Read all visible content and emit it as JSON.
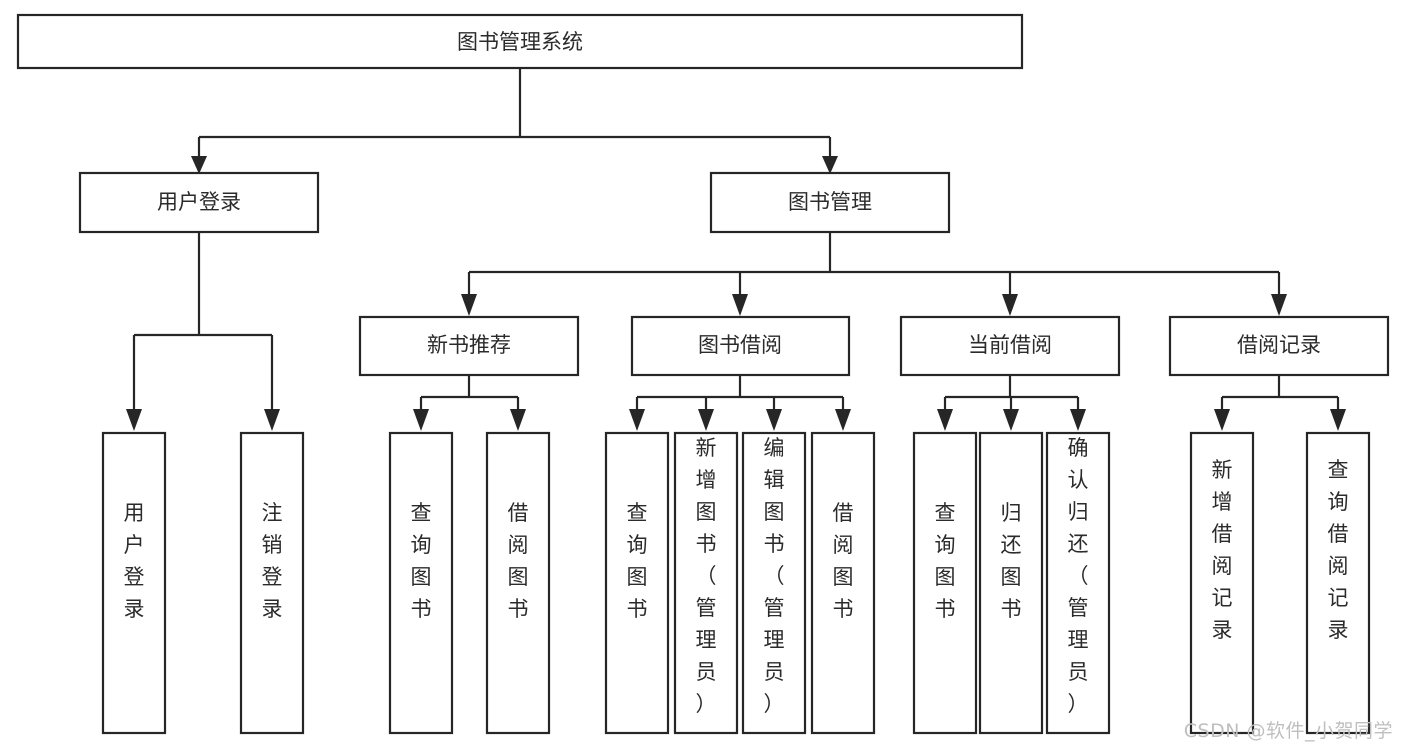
{
  "diagram": {
    "type": "tree-hierarchy-chart",
    "title": "图书管理系统",
    "watermark": "CSDN @软件_小贺同学",
    "colors": {
      "stroke": "#262626",
      "fill": "#ffffff",
      "text": "#2b2b2b",
      "watermark": "#bfbfbf"
    },
    "nodes": {
      "root": {
        "label": "图书管理系统",
        "orientation": "horizontal"
      },
      "level2": [
        {
          "id": "user-login",
          "label": "用户登录",
          "orientation": "horizontal"
        },
        {
          "id": "book-manage",
          "label": "图书管理",
          "orientation": "horizontal"
        }
      ],
      "level3": [
        {
          "id": "new-book-recommend",
          "label": "新书推荐",
          "orientation": "horizontal"
        },
        {
          "id": "book-borrow",
          "label": "图书借阅",
          "orientation": "horizontal"
        },
        {
          "id": "current-borrow",
          "label": "当前借阅",
          "orientation": "horizontal"
        },
        {
          "id": "borrow-record",
          "label": "借阅记录",
          "orientation": "horizontal"
        }
      ],
      "leaves": {
        "user-login": [
          {
            "id": "leaf-user-login",
            "label": "用户登录",
            "orientation": "vertical"
          },
          {
            "id": "leaf-user-logout",
            "label": "注销登录",
            "orientation": "vertical"
          }
        ],
        "new-book-recommend": [
          {
            "id": "leaf-query-book-1",
            "label": "查询图书",
            "orientation": "vertical"
          },
          {
            "id": "leaf-borrow-book-1",
            "label": "借阅图书",
            "orientation": "vertical"
          }
        ],
        "book-borrow": [
          {
            "id": "leaf-query-book-2",
            "label": "查询图书",
            "orientation": "vertical"
          },
          {
            "id": "leaf-add-book",
            "label": "新增图书（管理员）",
            "orientation": "vertical"
          },
          {
            "id": "leaf-edit-book",
            "label": "编辑图书（管理员）",
            "orientation": "vertical"
          },
          {
            "id": "leaf-borrow-book-2",
            "label": "借阅图书",
            "orientation": "vertical"
          }
        ],
        "current-borrow": [
          {
            "id": "leaf-query-book-3",
            "label": "查询图书",
            "orientation": "vertical"
          },
          {
            "id": "leaf-return-book",
            "label": "归还图书",
            "orientation": "vertical"
          },
          {
            "id": "leaf-confirm-return",
            "label": "确认归还（管理员）",
            "orientation": "vertical"
          }
        ],
        "borrow-record": [
          {
            "id": "leaf-add-record",
            "label": "新增借阅记录",
            "orientation": "vertical"
          },
          {
            "id": "leaf-query-record",
            "label": "查询借阅记录",
            "orientation": "vertical"
          }
        ]
      }
    }
  }
}
